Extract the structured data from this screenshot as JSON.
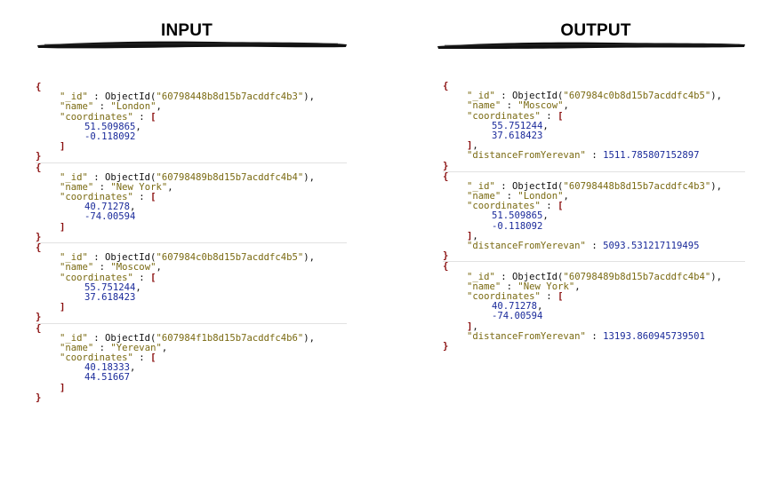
{
  "headings": {
    "input": "INPUT",
    "output": "OUTPUT"
  },
  "labels": {
    "id": "\"_id\"",
    "name": "\"name\"",
    "coordinates": "\"coordinates\"",
    "distance": "\"distanceFromYerevan\"",
    "objectid": "ObjectId("
  },
  "input": [
    {
      "id": "\"60798448b8d15b7acddfc4b3\"",
      "name": "\"London\"",
      "lat": "51.509865",
      "lon": "-0.118092"
    },
    {
      "id": "\"60798489b8d15b7acddfc4b4\"",
      "name": "\"New York\"",
      "lat": "40.71278",
      "lon": "-74.00594"
    },
    {
      "id": "\"607984c0b8d15b7acddfc4b5\"",
      "name": "\"Moscow\"",
      "lat": "55.751244",
      "lon": "37.618423"
    },
    {
      "id": "\"607984f1b8d15b7acddfc4b6\"",
      "name": "\"Yerevan\"",
      "lat": "40.18333",
      "lon": "44.51667"
    }
  ],
  "output": [
    {
      "id": "\"607984c0b8d15b7acddfc4b5\"",
      "name": "\"Moscow\"",
      "lat": "55.751244",
      "lon": "37.618423",
      "distance": "1511.785807152897"
    },
    {
      "id": "\"60798448b8d15b7acddfc4b3\"",
      "name": "\"London\"",
      "lat": "51.509865",
      "lon": "-0.118092",
      "distance": "5093.531217119495"
    },
    {
      "id": "\"60798489b8d15b7acddfc4b4\"",
      "name": "\"New York\"",
      "lat": "40.71278",
      "lon": "-74.00594",
      "distance": "13193.860945739501"
    }
  ]
}
